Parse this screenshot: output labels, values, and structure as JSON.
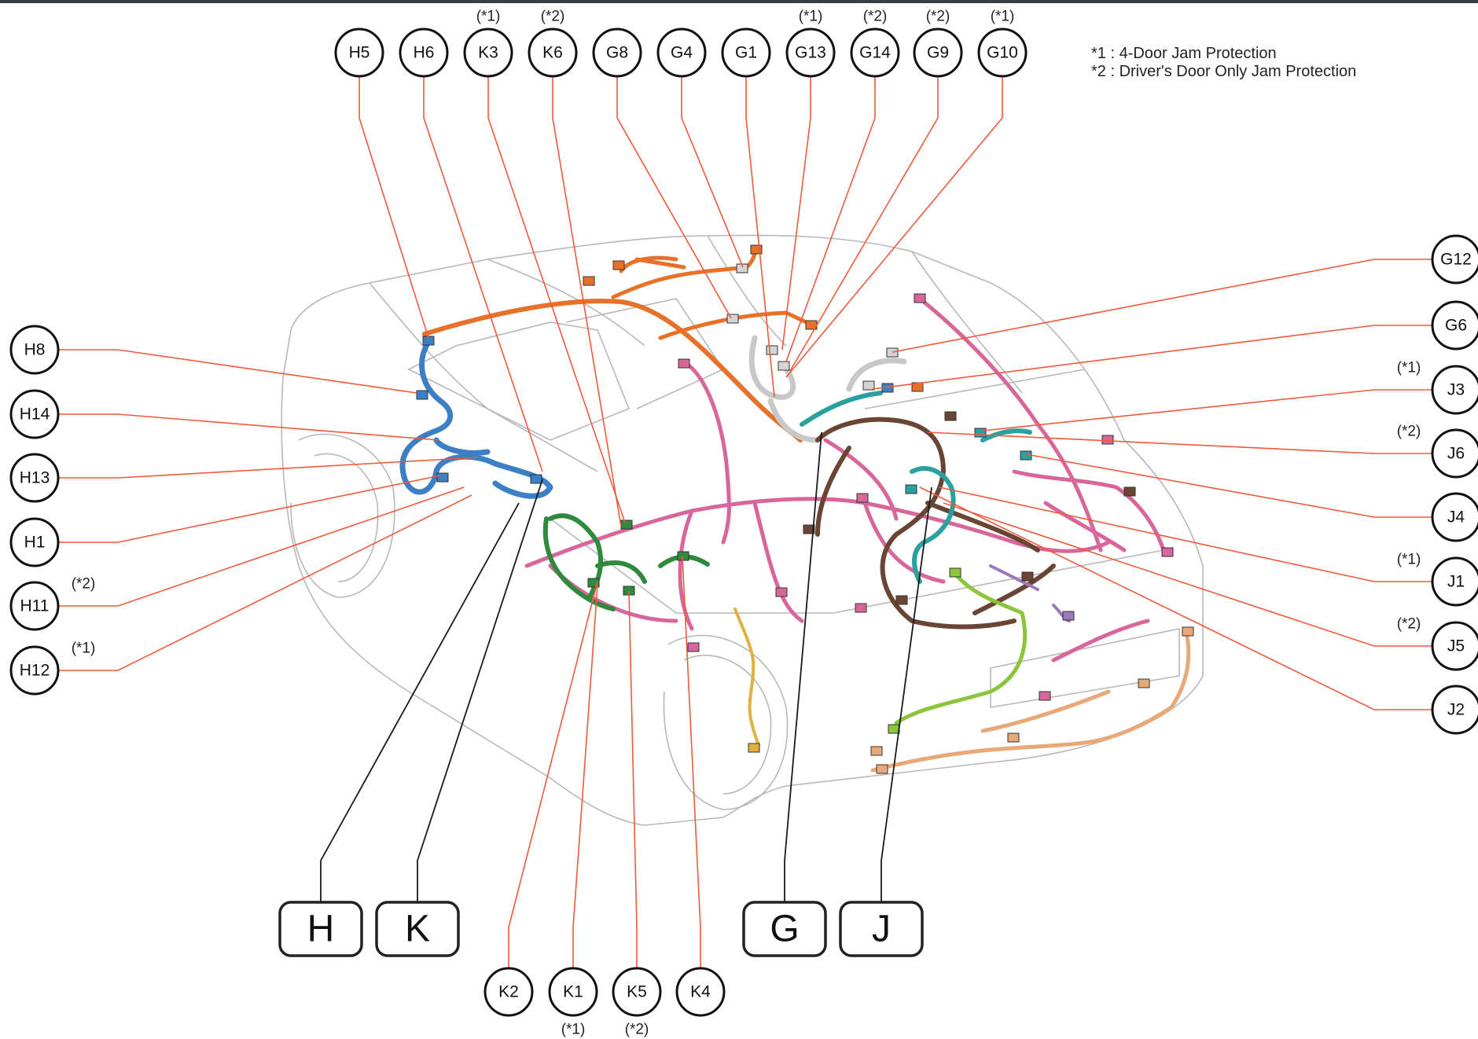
{
  "legend": {
    "line1": "*1 : 4-Door Jam Protection",
    "line2": "*2 : Driver's Door Only Jam Protection"
  },
  "top_connectors": [
    {
      "label": "H5",
      "note": ""
    },
    {
      "label": "H6",
      "note": ""
    },
    {
      "label": "K3",
      "note": "(*1)"
    },
    {
      "label": "K6",
      "note": "(*2)"
    },
    {
      "label": "G8",
      "note": ""
    },
    {
      "label": "G4",
      "note": ""
    },
    {
      "label": "G1",
      "note": ""
    },
    {
      "label": "G13",
      "note": "(*1)"
    },
    {
      "label": "G14",
      "note": "(*2)"
    },
    {
      "label": "G9",
      "note": "(*2)"
    },
    {
      "label": "G10",
      "note": "(*1)"
    }
  ],
  "left_connectors": [
    {
      "label": "H8",
      "note": ""
    },
    {
      "label": "H14",
      "note": ""
    },
    {
      "label": "H13",
      "note": ""
    },
    {
      "label": "H1",
      "note": ""
    },
    {
      "label": "H11",
      "note": "(*2)"
    },
    {
      "label": "H12",
      "note": "(*1)"
    }
  ],
  "right_connectors": [
    {
      "label": "G12",
      "note": ""
    },
    {
      "label": "G6",
      "note": ""
    },
    {
      "label": "J3",
      "note": "(*1)"
    },
    {
      "label": "J6",
      "note": "(*2)"
    },
    {
      "label": "J4",
      "note": ""
    },
    {
      "label": "J1",
      "note": "(*1)"
    },
    {
      "label": "J5",
      "note": "(*2)"
    },
    {
      "label": "J2",
      "note": ""
    }
  ],
  "bottom_connectors": [
    {
      "label": "K2",
      "note": ""
    },
    {
      "label": "K1",
      "note": "(*1)"
    },
    {
      "label": "K5",
      "note": "(*2)"
    },
    {
      "label": "K4",
      "note": ""
    }
  ],
  "harness_groups": [
    "H",
    "K",
    "G",
    "J"
  ],
  "colors": {
    "leader_line": "#ee5a3c",
    "group_line": "#1a1a1a",
    "harness_orange": "#e8712a",
    "harness_blue": "#3c7fc4",
    "harness_pink": "#d8669a",
    "harness_green": "#2e8b3e",
    "harness_brown": "#6b4533",
    "harness_teal": "#2aa0a0",
    "harness_lime": "#8cc43c",
    "harness_tan": "#e8a878",
    "harness_yellow": "#e0b040",
    "harness_gray": "#c8c8c8",
    "harness_purple": "#9a7ab8",
    "car_outline": "#b8b8b8"
  }
}
